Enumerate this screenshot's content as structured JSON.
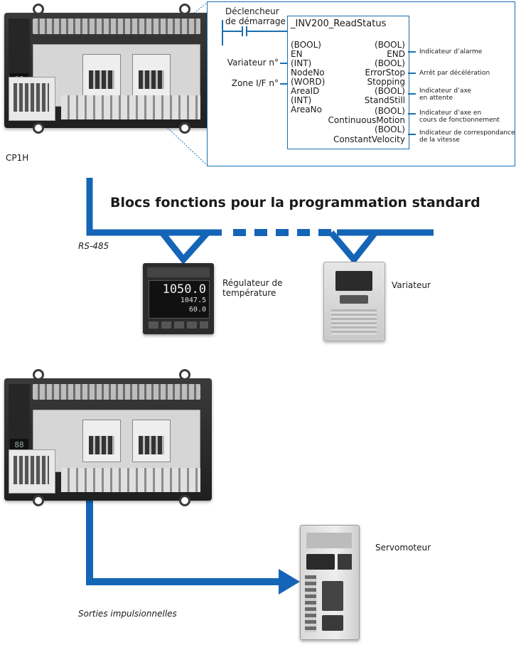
{
  "function_block": {
    "trigger_label_1": "Déclencheur",
    "trigger_label_2": "de démarrage",
    "name": "_INV200_ReadStatus",
    "inputs": [
      {
        "type": "(BOOL)",
        "name": "EN"
      },
      {
        "type": "(INT)",
        "name": "NodeNo"
      },
      {
        "type": "(WORD)",
        "name": "AreaID"
      },
      {
        "type": "(INT)",
        "name": "AreaNo"
      }
    ],
    "input_labels": {
      "variator": "Variateur n°",
      "zone": "Zone I/F n°"
    },
    "outputs": [
      {
        "type": "(BOOL)",
        "name": "END",
        "desc": "Indicateur d’alarme"
      },
      {
        "type": "(BOOL)",
        "name": "ErrorStop",
        "desc": "Arrêt par décélération"
      },
      {
        "type": "",
        "name": "Stopping",
        "desc": ""
      },
      {
        "type": "(BOOL)",
        "name": "StandStill",
        "desc_1": "Indicateur d’axe",
        "desc_2": "en attente"
      },
      {
        "type": "(BOOL)",
        "name": "ContinuousMotion",
        "desc_1": "Indicateur d’axe en",
        "desc_2": "cours de fonctionnement"
      },
      {
        "type": "(BOOL)",
        "name": "ConstantVelocity",
        "desc_1": "Indicateur de correspondance",
        "desc_2": "de la vitesse"
      }
    ]
  },
  "labels": {
    "cp1h": "CP1H",
    "blocks_title": "Blocs fonctions pour la programmation standard",
    "rs485": "RS-485",
    "temp_regulator_1": "Régulateur de",
    "temp_regulator_2": "température",
    "variator": "Variateur",
    "servo": "Servomoteur",
    "pulse_outputs": "Sorties impulsionnelles"
  },
  "devices": {
    "temp_display_1": "1050.0",
    "temp_display_2": "1047.5",
    "temp_display_3": "60.0",
    "plc_display": "88"
  },
  "colors": {
    "accent_blue": "#1565b7"
  }
}
